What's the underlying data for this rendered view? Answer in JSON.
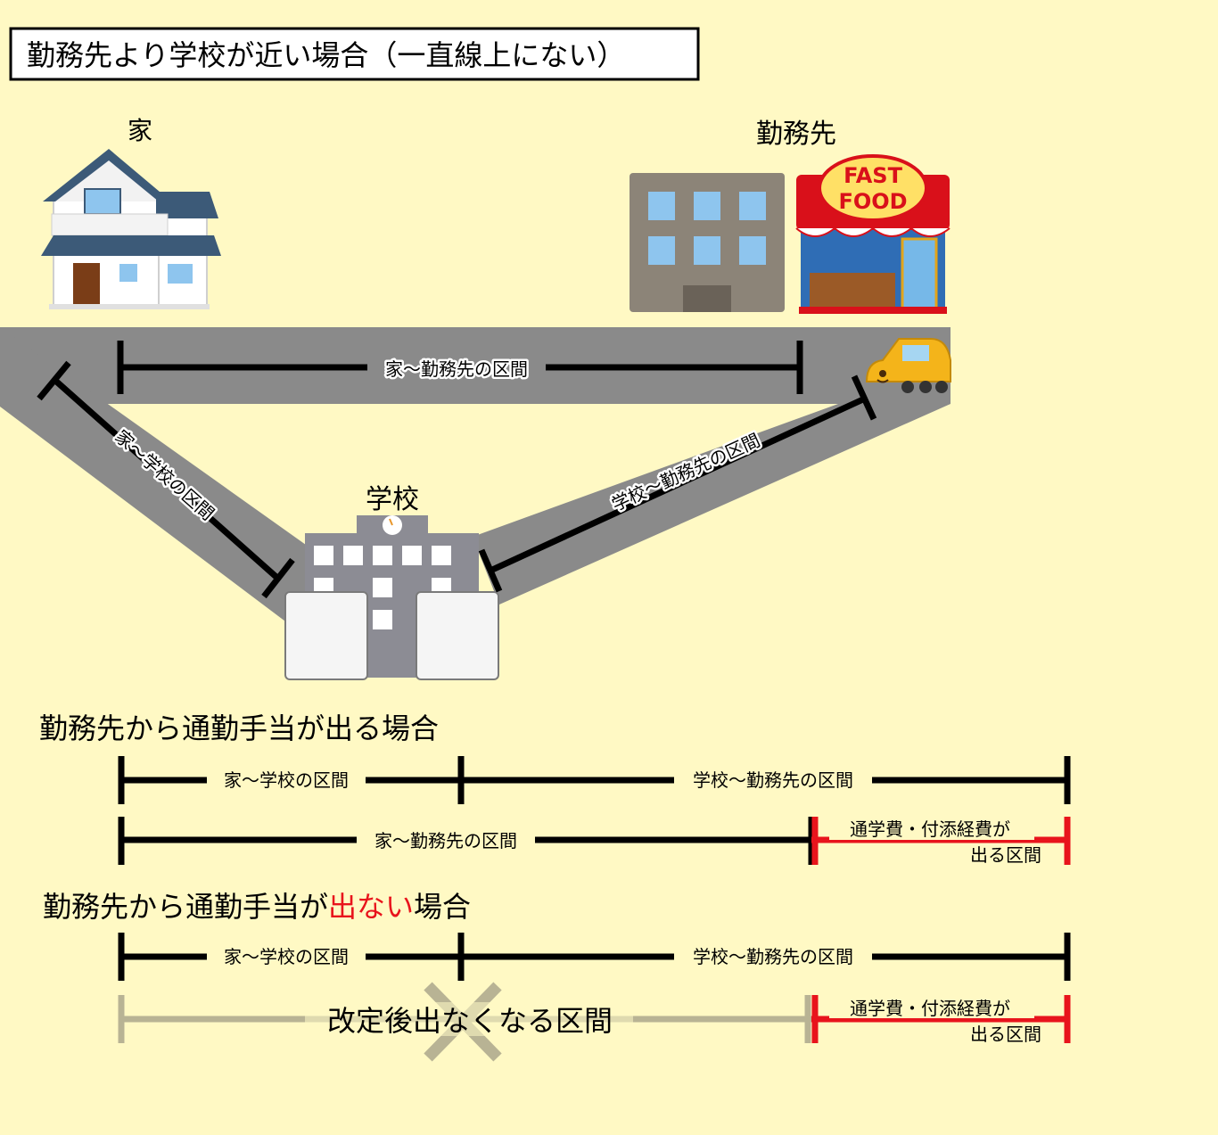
{
  "title": "勤務先より学校が近い場合（一直線上にない）",
  "places": {
    "home": "家",
    "work": "勤務先",
    "school": "学校",
    "shop_sign_line1": "FAST",
    "shop_sign_line2": "FOOD"
  },
  "map_segments": {
    "home_work": "家～勤務先の区間",
    "home_school": "家～学校の区間",
    "school_work": "学校～勤務先の区間"
  },
  "case1": {
    "heading": "勤務先から通勤手当が出る場合",
    "seg_home_school": "家～学校の区間",
    "seg_school_work": "学校～勤務先の区間",
    "seg_home_work": "家～勤務先の区間",
    "extra_line1": "通学費・付添経費が",
    "extra_line2": "出る区間"
  },
  "case2": {
    "heading_before": "勤務先から通勤手当が",
    "heading_highlight": "出ない",
    "heading_after": "場合",
    "seg_home_school": "家～学校の区間",
    "seg_school_work": "学校～勤務先の区間",
    "removed_label": "改定後出なくなる区間",
    "extra_line1": "通学費・付添経費が",
    "extra_line2": "出る区間"
  },
  "colors": {
    "background": "#fff9c4",
    "road": "#8a8a8a",
    "bracket": "#000000",
    "paid": "#e8141c",
    "removed": "#b8b394",
    "highlight": "#e8141c"
  }
}
